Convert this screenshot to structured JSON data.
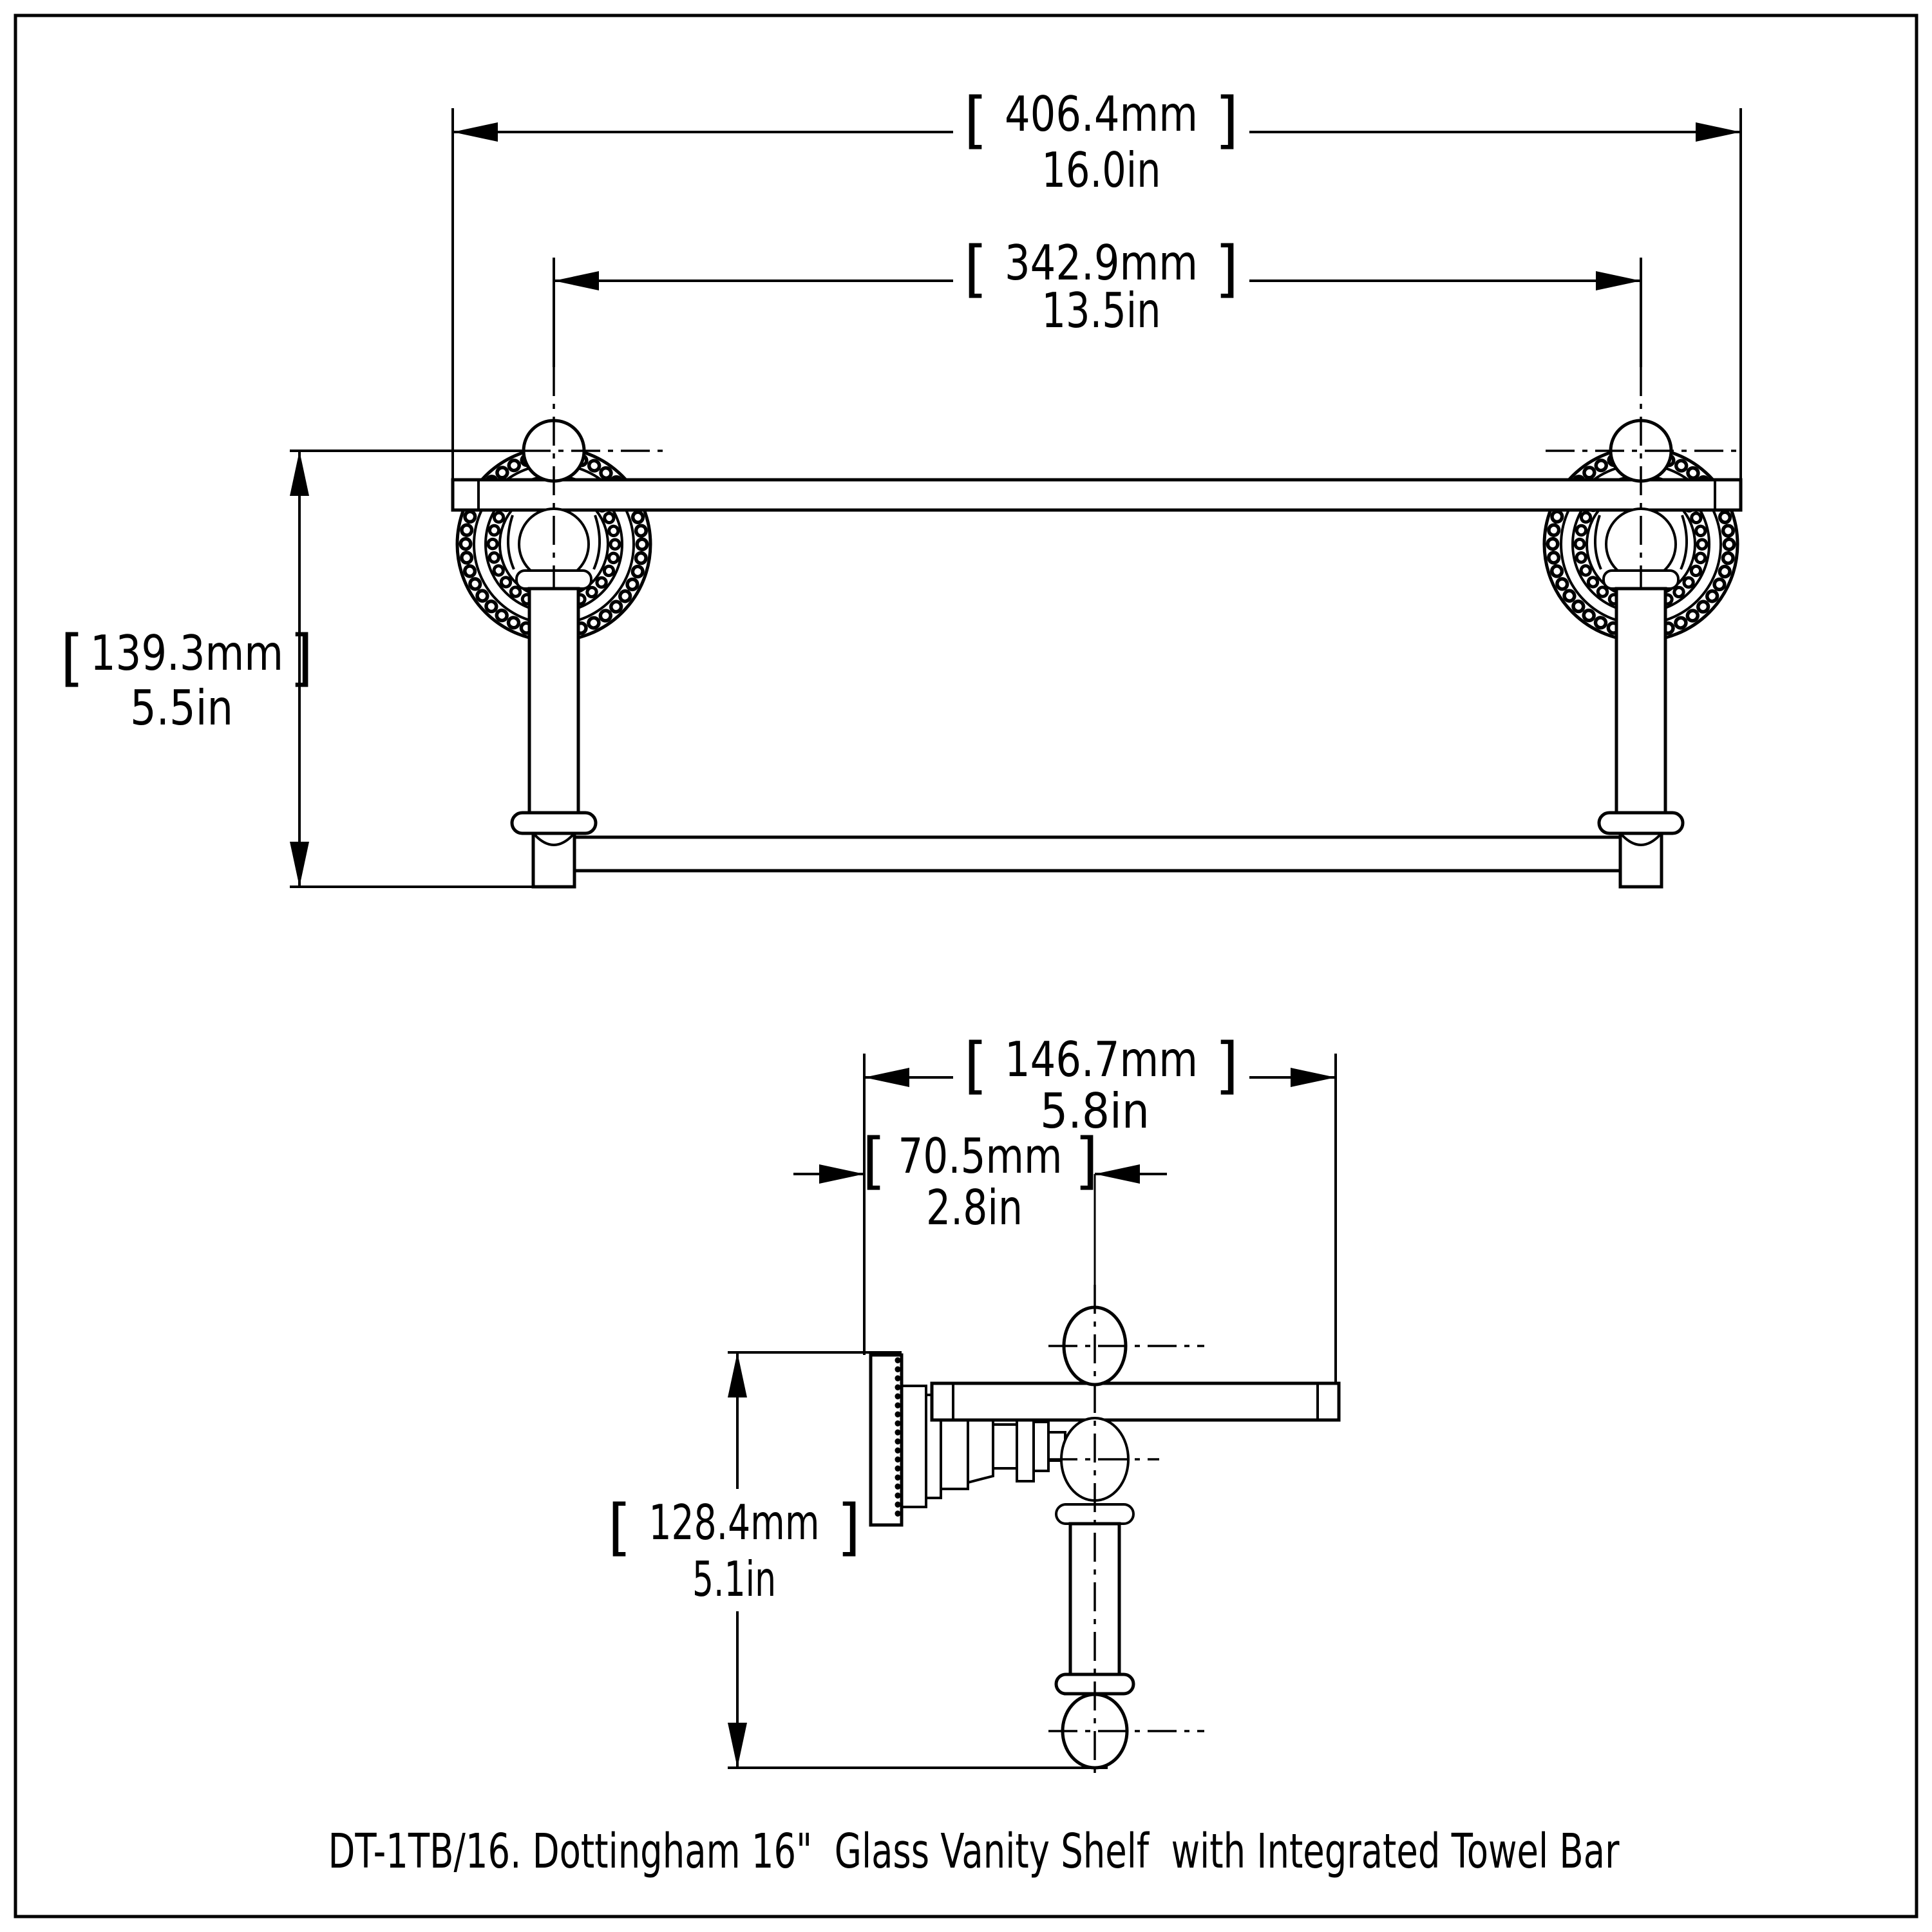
{
  "meta": {
    "background": "#ffffff",
    "line_color": "#000000",
    "bracket_open": "[",
    "bracket_close": "]"
  },
  "caption": "DT-1TB/16. Dottingham 16\"  Glass Vanity Shelf  with Integrated Towel Bar",
  "front_view": {
    "dim_overall_width": {
      "mm": "406.4mm",
      "in": "16.0in"
    },
    "dim_post_spacing": {
      "mm": "342.9mm",
      "in": "13.5in"
    },
    "dim_height": {
      "mm": "139.3mm",
      "in": "5.5in"
    }
  },
  "side_view": {
    "dim_depth": {
      "mm": "146.7mm",
      "in": "5.8in"
    },
    "dim_wall_to_center": {
      "mm": "70.5mm",
      "in": "2.8in"
    },
    "dim_drop_height": {
      "mm": "128.4mm",
      "in": "5.1in"
    }
  }
}
